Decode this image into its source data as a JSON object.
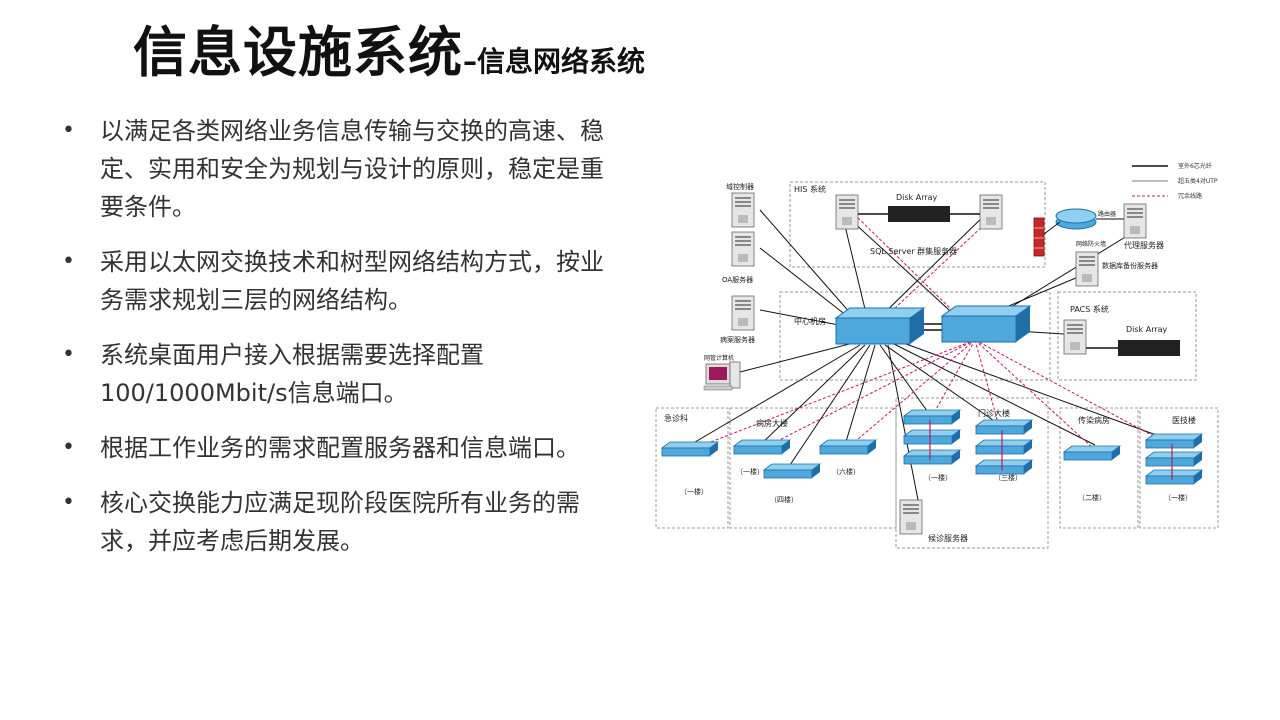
{
  "title": {
    "main": "信息设施系统",
    "sub": "信息网络系统"
  },
  "bullets": [
    "以满足各类网络业务信息传输与交换的高速、稳定、实用和安全为规划与设计的原则，稳定是重要条件。",
    "采用以太网交换技术和树型网络结构方式，按业务需求规划三层的网络结构。",
    "系统桌面用户接入根据需要选择配置100/1000Mbit/s信息端口。",
    "根据工作业务的需求配置服务器和信息端口。",
    "核心交换能力应满足现阶段医院所有业务的需求，并应考虑后期发展。"
  ],
  "diagram": {
    "legend": [
      "室外6芯光纤",
      "超五类4对UTP",
      "冗余线路"
    ],
    "his_label": "HIS 系统",
    "disk_array_top": "Disk Array",
    "sql_server": "SQL Server 群集服务器",
    "domain_controller": "域控制器",
    "oa_server": "OA服务器",
    "record_server": "病案服务器",
    "net_pc": "网管计算机",
    "router": "路由器",
    "firewall": "网络防火墙",
    "proxy_server": "代理服务器",
    "db_backup": "数据库备份服务器",
    "pacs": "PACS 系统",
    "disk_array_pacs": "Disk Array",
    "center_room": "中心机房",
    "emergency": "急诊科",
    "ward_building": "病房大楼",
    "outpatient": "门诊大楼",
    "infectious": "传染病房",
    "medtech": "医技楼",
    "floor_labels": [
      "（一楼）",
      "（一楼）",
      "（四楼）",
      "（六楼）",
      "（一楼）",
      "（三楼）",
      "（二楼）",
      "（一楼）"
    ],
    "clinic_server": "候诊服务器",
    "colors": {
      "switch": "#4fa8dc",
      "switch_dark": "#1f6ea8",
      "line": "#111111",
      "redundant": "#c2185b"
    }
  }
}
